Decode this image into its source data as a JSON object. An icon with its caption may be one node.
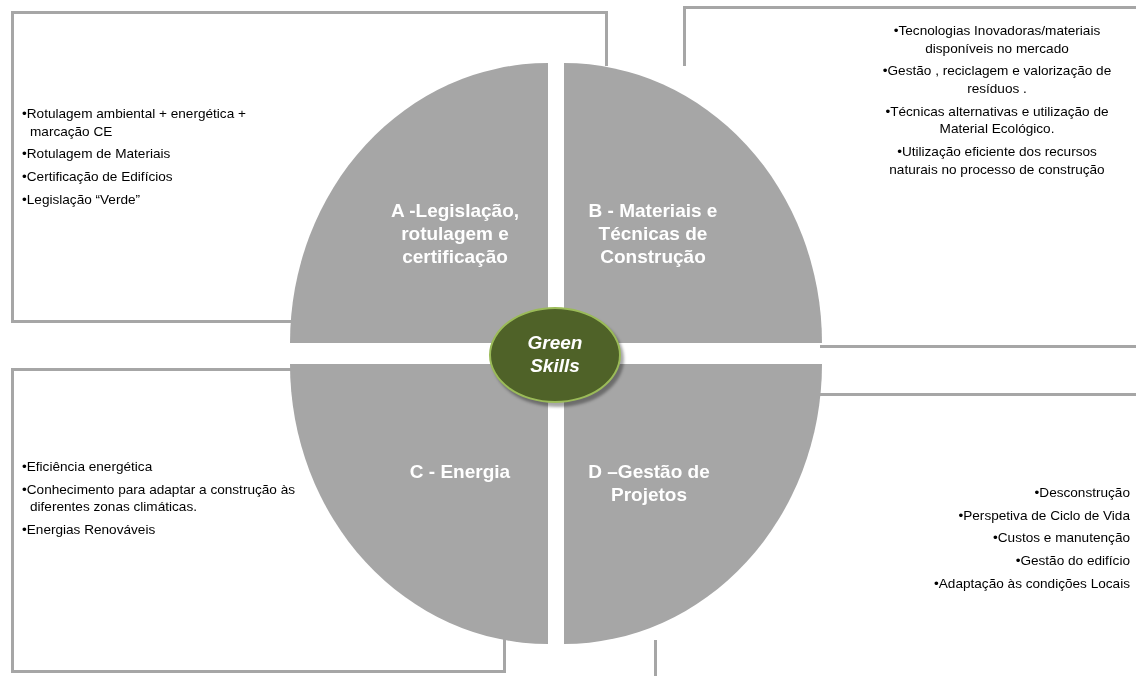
{
  "diagram": {
    "nodes": [
      {
        "text": [
          "•Rotulagem ambiental + energética + marcação CE",
          "•Rotulagem de Materiais",
          "•Certificação de Edifícios",
          "•Legislação “Verde”"
        ]
      },
      {
        "text": [
          "•Tecnologias Inovadoras/materiais disponíveis no mercado",
          "•Gestão , reciclagem e valorização de resíduos .",
          "•Técnicas alternativas e utilização de Material Ecológico.",
          "•Utilização eficiente dos recursos naturais no processo de construção"
        ]
      },
      {
        "text": [
          "A -Legislação, rotulagem e certificação"
        ]
      },
      {
        "text": [
          "B - Materiais e Técnicas de Construção"
        ]
      },
      {
        "text": [
          "Green Skills"
        ]
      },
      {
        "text": [
          "•Eficiência energética",
          "•Conhecimento para adaptar a construção às diferentes zonas climáticas.",
          "•Energias Renováveis"
        ]
      },
      {
        "text": [
          "C - Energia"
        ]
      },
      {
        "text": [
          "D –Gestão de Projetos"
        ]
      },
      {
        "text": [
          "•Desconstrução",
          "•Perspetiva de Ciclo de Vida",
          "•Custos e manutenção",
          "•Gestão do edifício",
          "•Adaptação às condições Locais"
        ]
      }
    ]
  }
}
